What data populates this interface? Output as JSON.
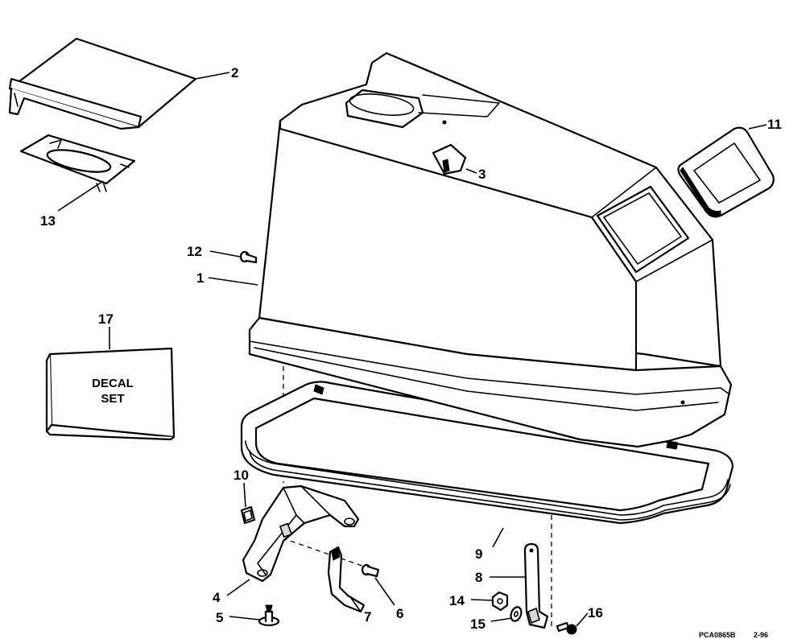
{
  "callouts": {
    "p1": "1",
    "p2": "2",
    "p3": "3",
    "p4": "4",
    "p5": "5",
    "p6": "6",
    "p7": "7",
    "p8": "8",
    "p9": "9",
    "p10": "10",
    "p11": "11",
    "p12": "12",
    "p13": "13",
    "p14": "14",
    "p15": "15",
    "p16": "16",
    "p17": "17"
  },
  "decal_box": {
    "line1": "DECAL",
    "line2": "SET"
  },
  "footer": {
    "drawing_code": "PCA0865B",
    "date_code": "2-96"
  }
}
